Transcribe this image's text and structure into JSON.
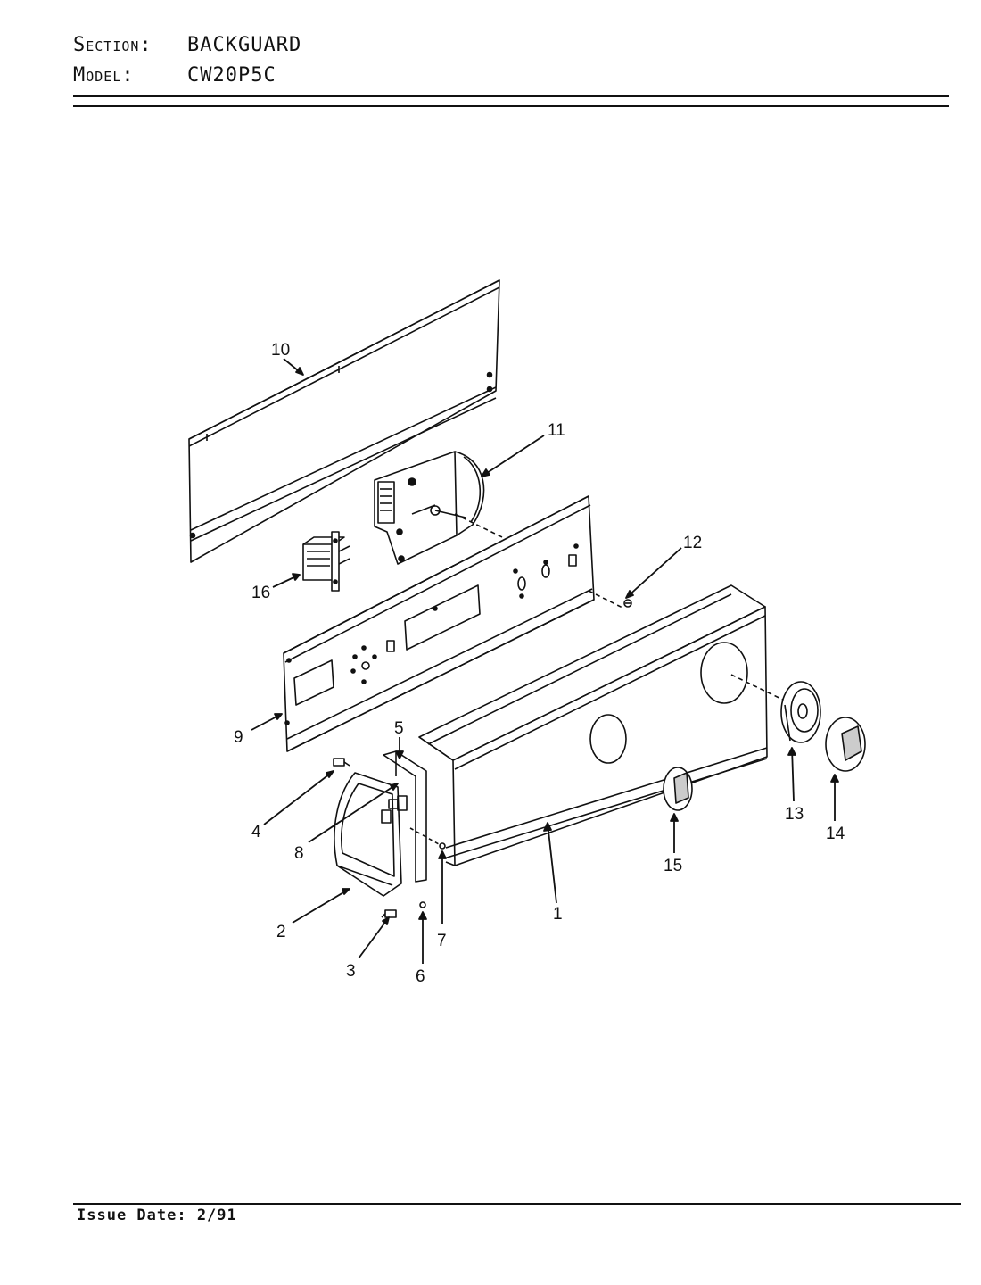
{
  "header": {
    "section_key": "Section:",
    "section_value": "BACKGUARD",
    "model_key": "Model:",
    "model_value": "CW20P5C"
  },
  "callouts": [
    "1",
    "2",
    "3",
    "4",
    "5",
    "6",
    "7",
    "8",
    "9",
    "10",
    "11",
    "12",
    "13",
    "14",
    "15",
    "16"
  ],
  "footer": {
    "issue_date": "Issue Date: 2/91"
  }
}
